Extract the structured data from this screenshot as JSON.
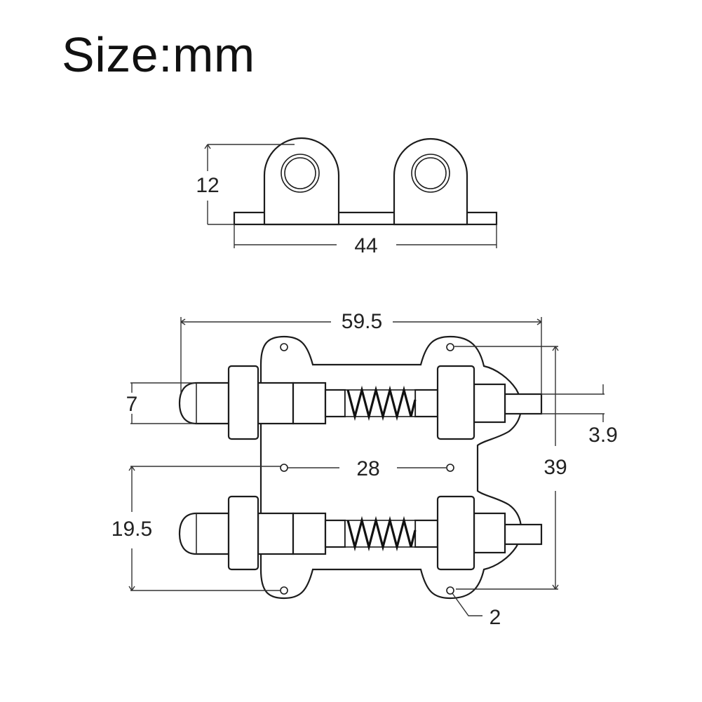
{
  "title": "Size:mm",
  "dimensions": {
    "height_side": "12",
    "width_side": "44",
    "overall_length": "59.5",
    "pin_diameter": "7",
    "tail_width": "3.9",
    "overall_height": "39",
    "hole_spacing": "28",
    "pin_spacing": "19.5",
    "hole_diameter": "2"
  },
  "colors": {
    "line": "#1c1c1c",
    "background": "#ffffff"
  }
}
